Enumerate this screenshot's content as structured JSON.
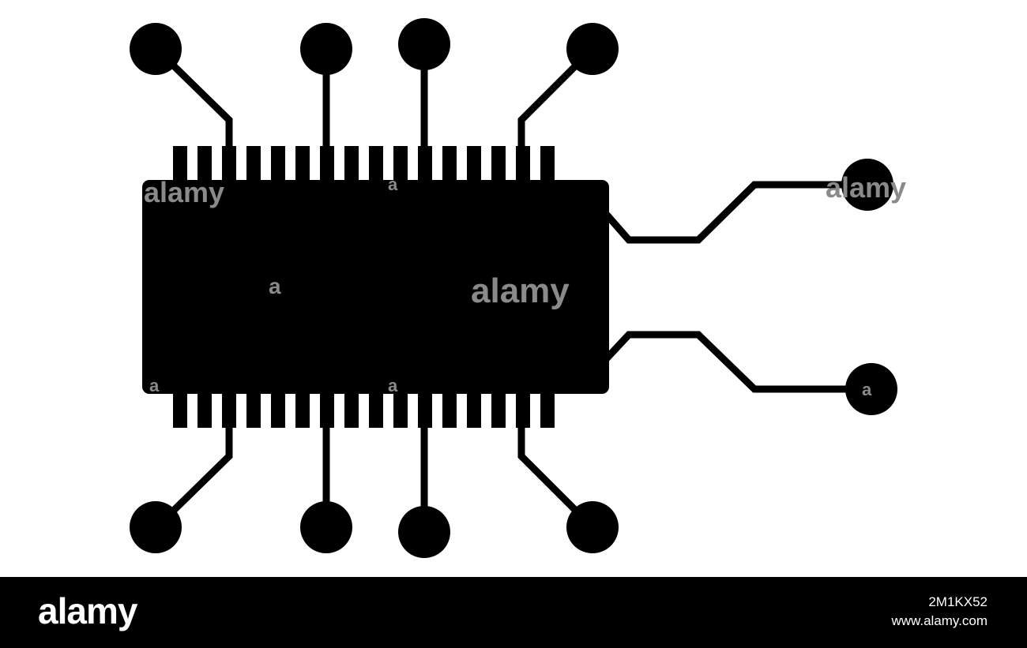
{
  "illustration": {
    "subject": "microchip-with-circuit-traces",
    "fill_color": "#000000",
    "background_color": "#ffffff"
  },
  "watermark": {
    "overlay_text_color": "#8a8a8a",
    "logo_text": "alamy",
    "mark_letter": "a"
  },
  "footer": {
    "background_color": "#000000",
    "logo": "alamy",
    "image_id": "2M1KX52",
    "url": "www.alamy.com"
  }
}
